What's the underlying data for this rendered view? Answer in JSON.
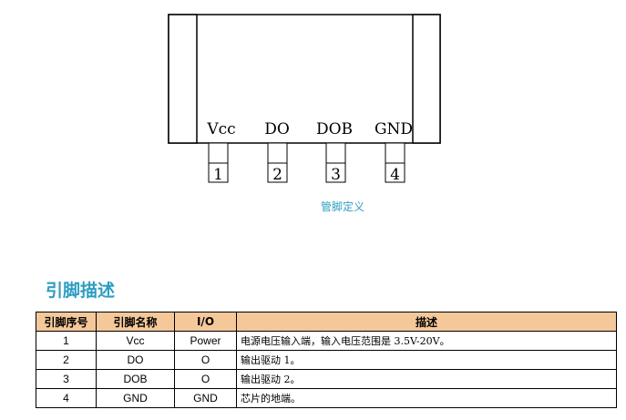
{
  "diagram": {
    "pin_labels": [
      "Vcc",
      "DO",
      "DOB",
      "GND"
    ],
    "pin_numbers": [
      "1",
      "2",
      "3",
      "4"
    ],
    "caption": "管脚定义"
  },
  "section": {
    "title": "引脚描述"
  },
  "table": {
    "headers": [
      "引脚序号",
      "引脚名称",
      "I/O",
      "描述"
    ],
    "rows": [
      [
        "1",
        "Vcc",
        "Power",
        "电源电压输入端，输入电压范围是 3.5V-20V。"
      ],
      [
        "2",
        "DO",
        "O",
        "输出驱动 1。"
      ],
      [
        "3",
        "DOB",
        "O",
        "输出驱动 2。"
      ],
      [
        "4",
        "GND",
        "GND",
        "芯片的地端。"
      ]
    ]
  },
  "colors": {
    "header_bg": "#f5c89a",
    "title_color": "#2e9ec2",
    "caption_color": "#2e9ec2"
  }
}
